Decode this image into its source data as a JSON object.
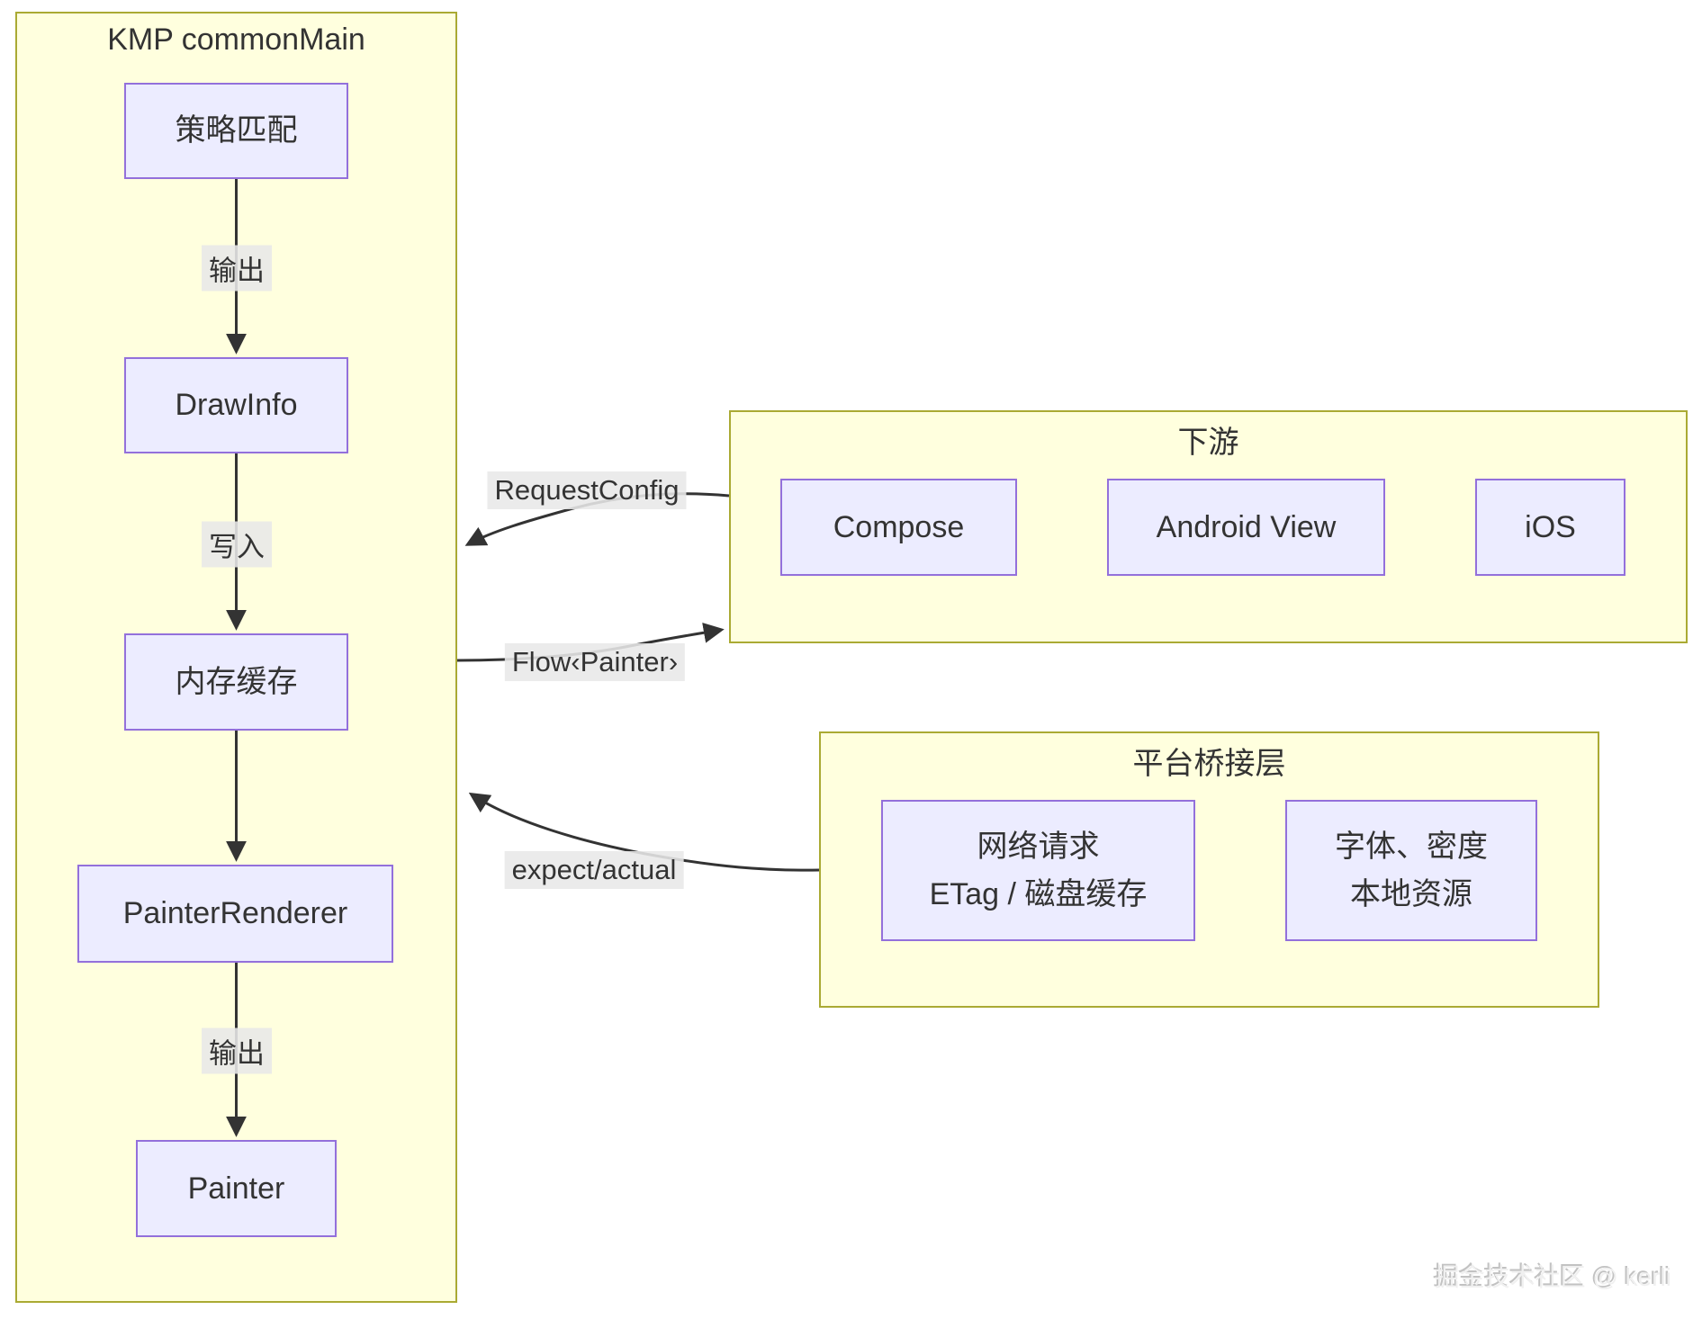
{
  "diagram": {
    "kmp": {
      "title": "KMP commonMain",
      "nodes": {
        "strategy": "策略匹配",
        "drawinfo": "DrawInfo",
        "memcache": "内存缓存",
        "painterrenderer": "PainterRenderer",
        "painter": "Painter"
      },
      "edge_labels": {
        "out1": "输出",
        "write": "写入",
        "out2": "输出"
      }
    },
    "downstream": {
      "title": "下游",
      "nodes": {
        "compose": "Compose",
        "androidview": "Android View",
        "ios": "iOS"
      }
    },
    "bridge": {
      "title": "平台桥接层",
      "nodes": {
        "network": {
          "lines": [
            "网络请求",
            "ETag / 磁盘缓存"
          ]
        },
        "fonts": {
          "lines": [
            "字体、密度",
            "本地资源"
          ]
        }
      }
    },
    "cross_edge_labels": {
      "requestconfig": "RequestConfig",
      "flowpainter": "Flow‹Painter›",
      "expectactual": "expect/actual"
    },
    "watermark": "掘金技术社区 @ kerli",
    "colors": {
      "cluster_fill": "#ffffde",
      "cluster_border": "#aaaa33",
      "node_fill": "#ececff",
      "node_border": "#9370db",
      "edge_label_bg": "#e8e8e8",
      "line": "#333333",
      "text": "#333333"
    }
  }
}
